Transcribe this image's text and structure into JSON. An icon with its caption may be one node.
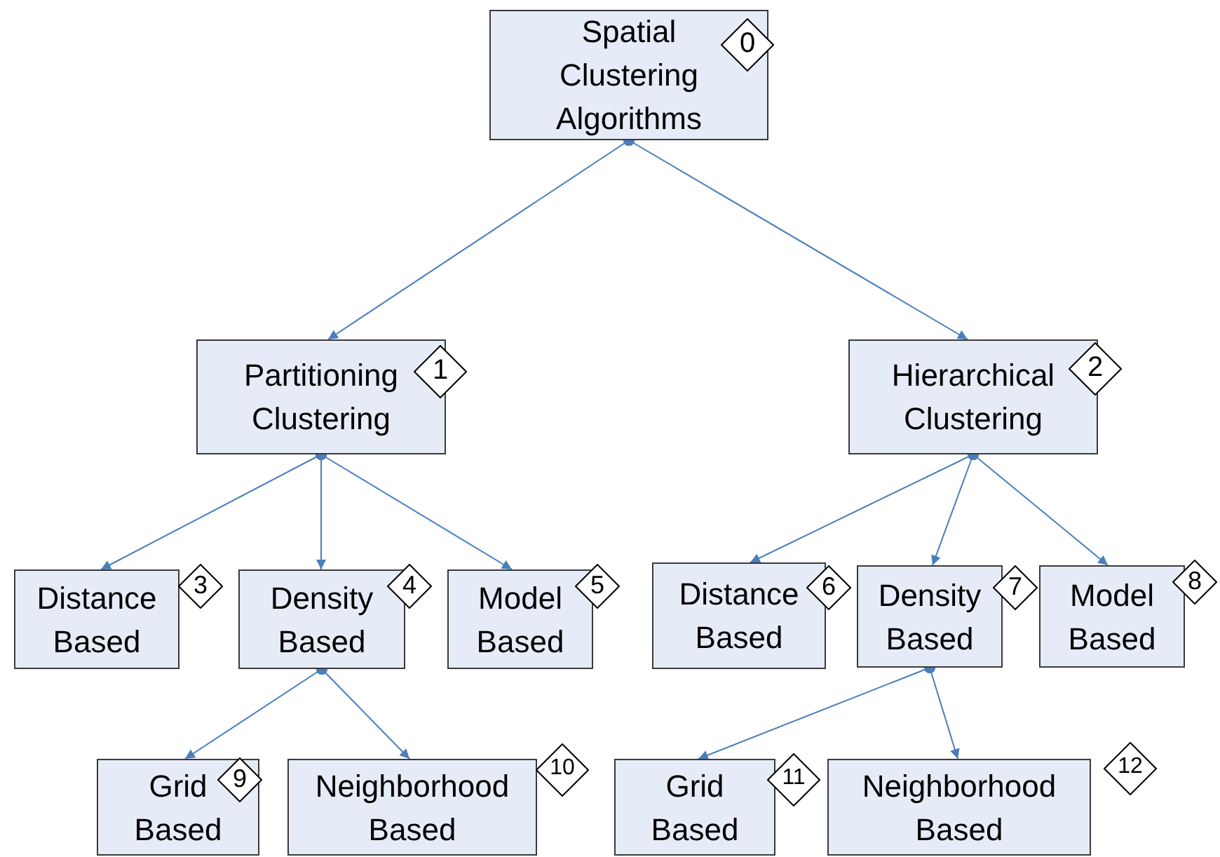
{
  "diagram": {
    "nodes": [
      {
        "text": [
          "Spatial Clustering Algorithms",
          "0"
        ]
      },
      {
        "text": [
          "Partitioning Clustering",
          "1"
        ]
      },
      {
        "text": [
          "Hierarchical Clustering",
          "2"
        ]
      },
      {
        "text": [
          "Distance Based",
          "3"
        ]
      },
      {
        "text": [
          "Density Based",
          "4"
        ]
      },
      {
        "text": [
          "Model Based",
          "5"
        ]
      },
      {
        "text": [
          "Distance Based",
          "6"
        ]
      },
      {
        "text": [
          "Density Based",
          "7"
        ]
      },
      {
        "text": [
          "Model Based",
          "8"
        ]
      },
      {
        "text": [
          "Grid Based",
          "9"
        ]
      },
      {
        "text": [
          "Neighborhood Based",
          "10"
        ]
      },
      {
        "text": [
          "Grid Based",
          "11"
        ]
      },
      {
        "text": [
          "Neighborhood Based",
          "12"
        ]
      }
    ],
    "edges": [
      {
        "from": 0,
        "to": 1,
        "arrow": "to"
      },
      {
        "from": 0,
        "to": 2,
        "arrow": "to"
      },
      {
        "from": 1,
        "to": 3,
        "arrow": "to"
      },
      {
        "from": 1,
        "to": 4,
        "arrow": "to"
      },
      {
        "from": 1,
        "to": 5,
        "arrow": "to"
      },
      {
        "from": 2,
        "to": 6,
        "arrow": "to"
      },
      {
        "from": 2,
        "to": 7,
        "arrow": "to"
      },
      {
        "from": 2,
        "to": 8,
        "arrow": "to"
      },
      {
        "from": 4,
        "to": 9,
        "arrow": "to"
      },
      {
        "from": 4,
        "to": 10,
        "arrow": "to"
      },
      {
        "from": 7,
        "to": 11,
        "arrow": "to"
      },
      {
        "from": 7,
        "to": 12,
        "arrow": "to"
      }
    ]
  }
}
